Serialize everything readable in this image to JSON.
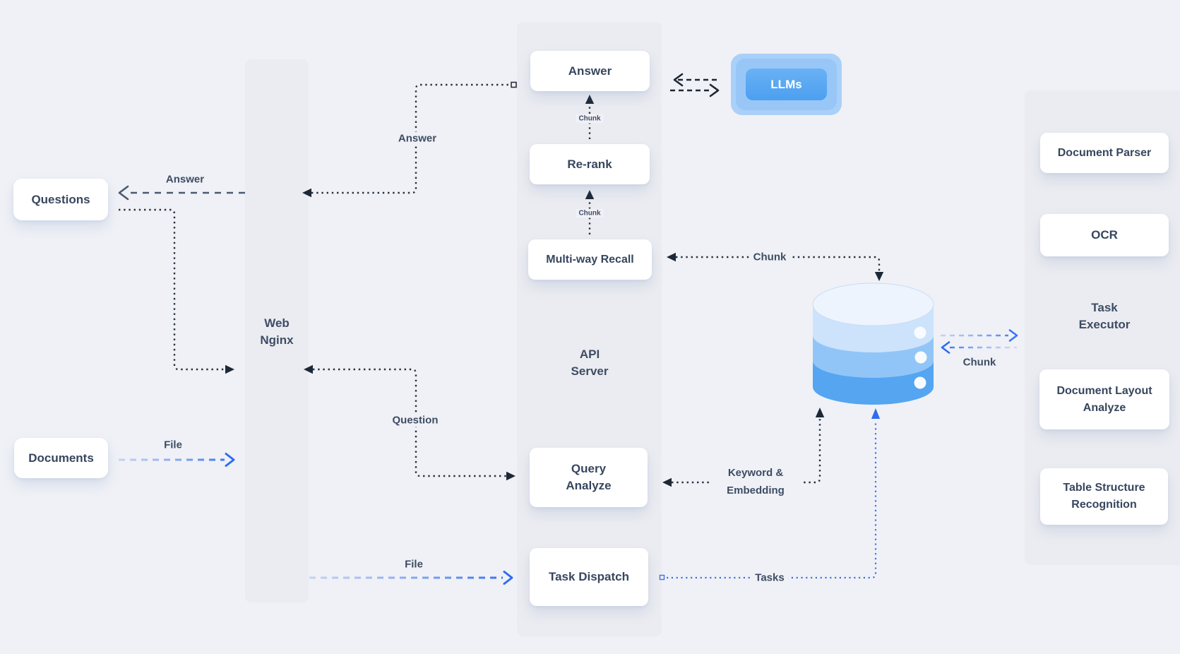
{
  "colors": {
    "background": "#eff1f6",
    "panel": "#ebecf1",
    "accent_blue": "#2e6cf0",
    "llm_blue": "#4c9ff0",
    "db_band_light": "#cde3fc",
    "db_band_mid": "#92c5f7",
    "db_band_dark": "#55a5f1",
    "text": "#37465e"
  },
  "columns": {
    "web": {
      "label": "Web Nginx"
    },
    "api": {
      "label": "API Server"
    },
    "executor": {
      "label": "Task Executor"
    }
  },
  "nodes": {
    "questions": {
      "label": "Questions"
    },
    "documents": {
      "label": "Documents"
    },
    "answer": {
      "label": "Answer"
    },
    "rerank": {
      "label": "Re-rank"
    },
    "multiway_recall": {
      "label": "Multi-way Recall"
    },
    "query_analyze": {
      "label": "Query Analyze"
    },
    "task_dispatch": {
      "label": "Task Dispatch"
    },
    "llms": {
      "label": "LLMs"
    },
    "document_parser": {
      "label": "Document Parser"
    },
    "ocr": {
      "label": "OCR"
    },
    "document_layout_analyze": {
      "label": "Document Layout Analyze"
    },
    "table_structure_recognition": {
      "label": "Table Structure Recognition"
    }
  },
  "edge_labels": {
    "answer_to_questions": "Answer",
    "answer_web": "Answer",
    "question": "Question",
    "file_upload": "File",
    "file_dispatch": "File",
    "chunk_to_answer": "Chunk",
    "chunk_to_rerank": "Chunk",
    "chunk_db": "Chunk",
    "keyword_embedding": "Keyword & Embedding",
    "tasks": "Tasks",
    "chunk_executor": "Chunk"
  }
}
